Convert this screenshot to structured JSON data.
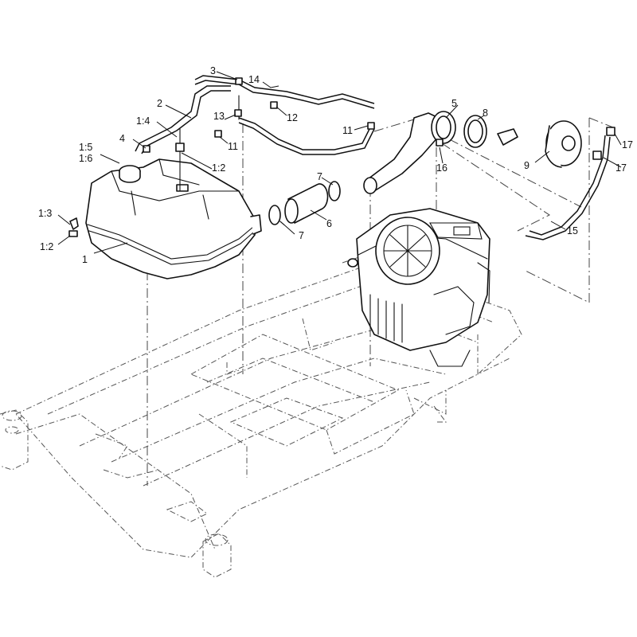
{
  "callouts": {
    "c1": "1",
    "c1_2a": "1:2",
    "c1_2b": "1:2",
    "c1_3": "1:3",
    "c1_4": "1:4",
    "c1_5": "1:5",
    "c1_6": "1:6",
    "c2": "2",
    "c3": "3",
    "c4": "4",
    "c5": "5",
    "c6": "6",
    "c7a": "7",
    "c7b": "7",
    "c8": "8",
    "c9": "9",
    "c11a": "11",
    "c11b": "11",
    "c12": "12",
    "c13": "13",
    "c14": "14",
    "c15": "15",
    "c16": "16",
    "c17a": "17",
    "c17b": "17"
  }
}
